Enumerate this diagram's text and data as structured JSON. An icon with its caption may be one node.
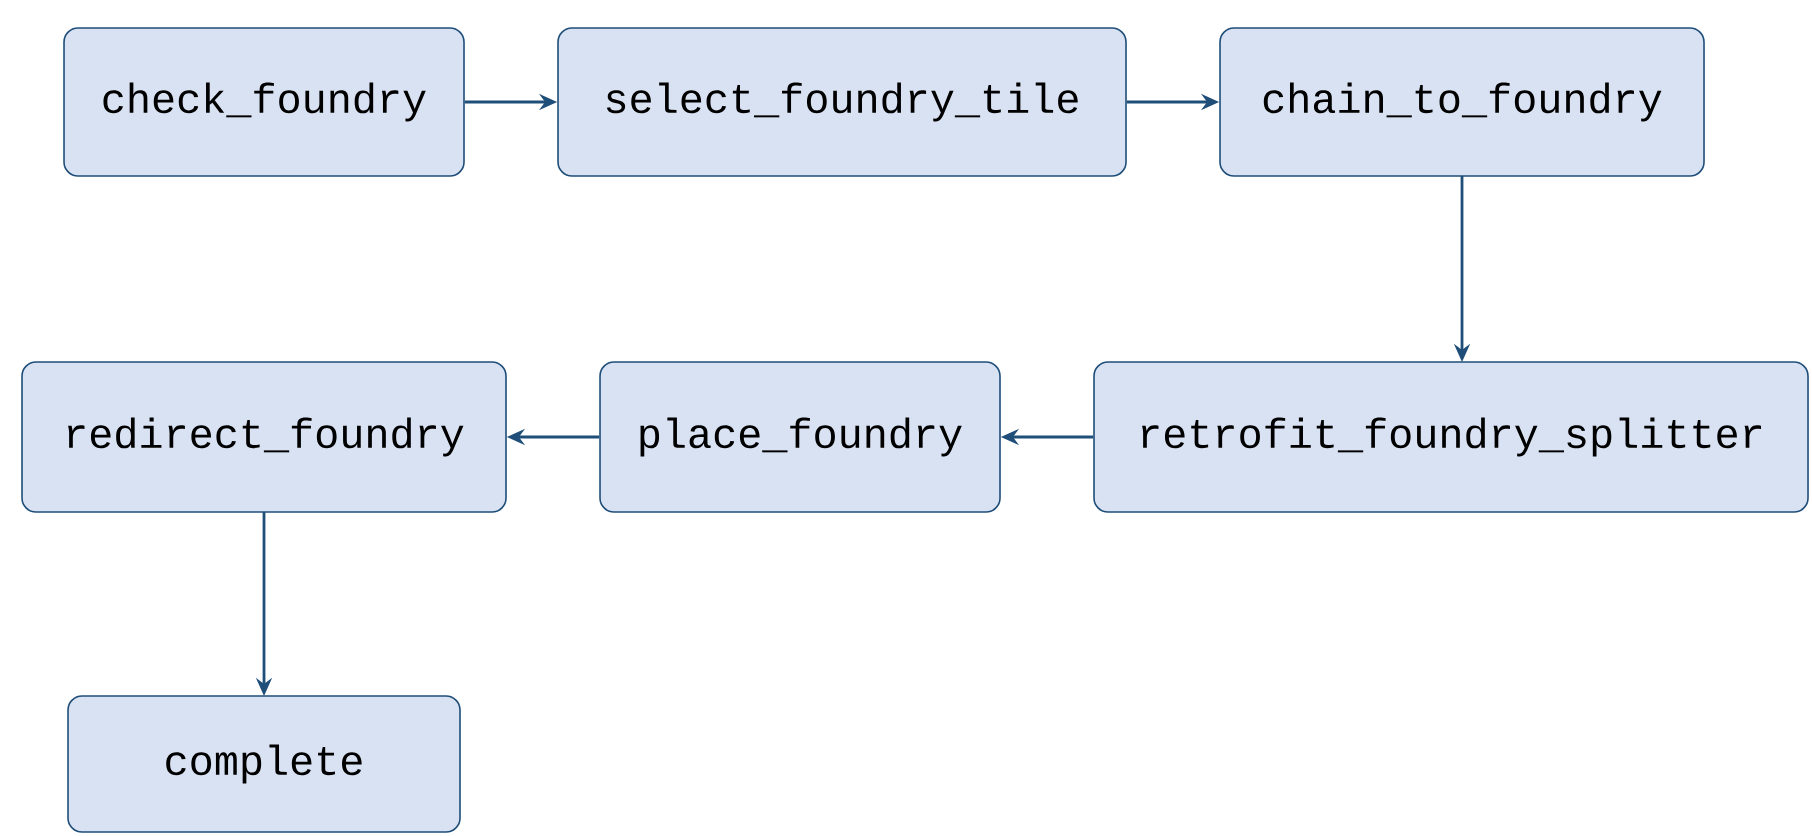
{
  "diagram": {
    "nodes": [
      {
        "text": [
          "check_foundry"
        ]
      },
      {
        "text": [
          "select_foundry_tile"
        ]
      },
      {
        "text": [
          "chain_to_foundry"
        ]
      },
      {
        "text": [
          "retrofit_foundry_splitter"
        ]
      },
      {
        "text": [
          "place_foundry"
        ]
      },
      {
        "text": [
          "redirect_foundry"
        ]
      },
      {
        "text": [
          "complete"
        ]
      }
    ],
    "edges": [
      {
        "from": 0,
        "to": 1,
        "arrow": "to"
      },
      {
        "from": 1,
        "to": 2,
        "arrow": "to"
      },
      {
        "from": 2,
        "to": 3,
        "arrow": "to"
      },
      {
        "from": 3,
        "to": 4,
        "arrow": "to"
      },
      {
        "from": 4,
        "to": 5,
        "arrow": "to"
      },
      {
        "from": 5,
        "to": 6,
        "arrow": "to"
      }
    ]
  }
}
